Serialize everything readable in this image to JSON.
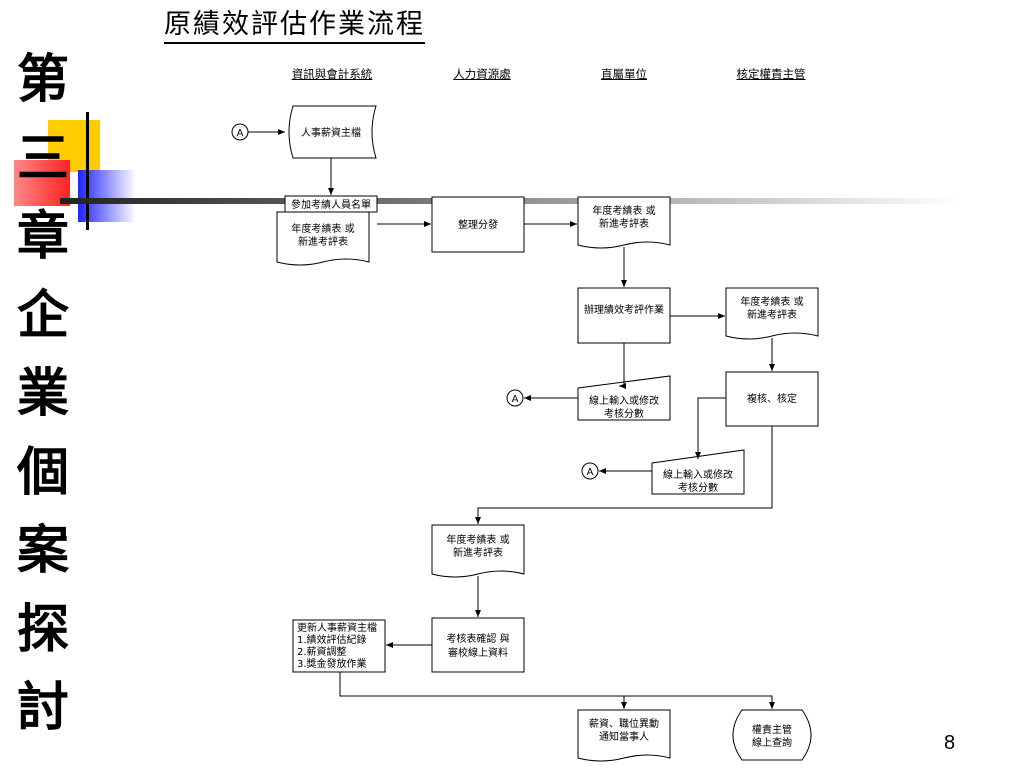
{
  "title": "原績效評估作業流程",
  "side_title": [
    "第",
    "三",
    "章",
    "企",
    "業",
    "個",
    "案",
    "探",
    "討"
  ],
  "page_number": "8",
  "lanes": [
    "資訊與會計系統",
    "人力資源處",
    "直屬單位",
    "核定權責主管"
  ],
  "connector_label": "A",
  "nodes": {
    "master_file": "人事薪資主檔",
    "participant_list": "參加考績人員名單",
    "form_1": [
      "年度考績表 或",
      "新進考評表"
    ],
    "sort_distribute": "整理分發",
    "form_2": [
      "年度考績表 或",
      "新進考評表"
    ],
    "process_eval": "辦理績效考評作業",
    "form_3": [
      "年度考績表 或",
      "新進考評表"
    ],
    "online_input_1": [
      "線上輸入或修改",
      "考核分數"
    ],
    "review_approve": "複核、核定",
    "online_input_2": [
      "線上輸入或修改",
      "考核分數"
    ],
    "form_4": [
      "年度考績表 或",
      "新進考評表"
    ],
    "confirm_check": [
      "考核表確認 與",
      "審校線上資料"
    ],
    "update_master": [
      "更新人事薪資主檔",
      "1.績效評估紀錄",
      "2.薪資調整",
      "3.獎金發放作業"
    ],
    "notify": [
      "薪資、職位異動",
      "通知當事人"
    ],
    "online_query": [
      "權責主管",
      "線上查詢"
    ]
  },
  "colors": {
    "deco_yellow": "#ffcc00",
    "deco_red": "#ff3333",
    "deco_blue": "#3333ff",
    "line": "#000000"
  }
}
